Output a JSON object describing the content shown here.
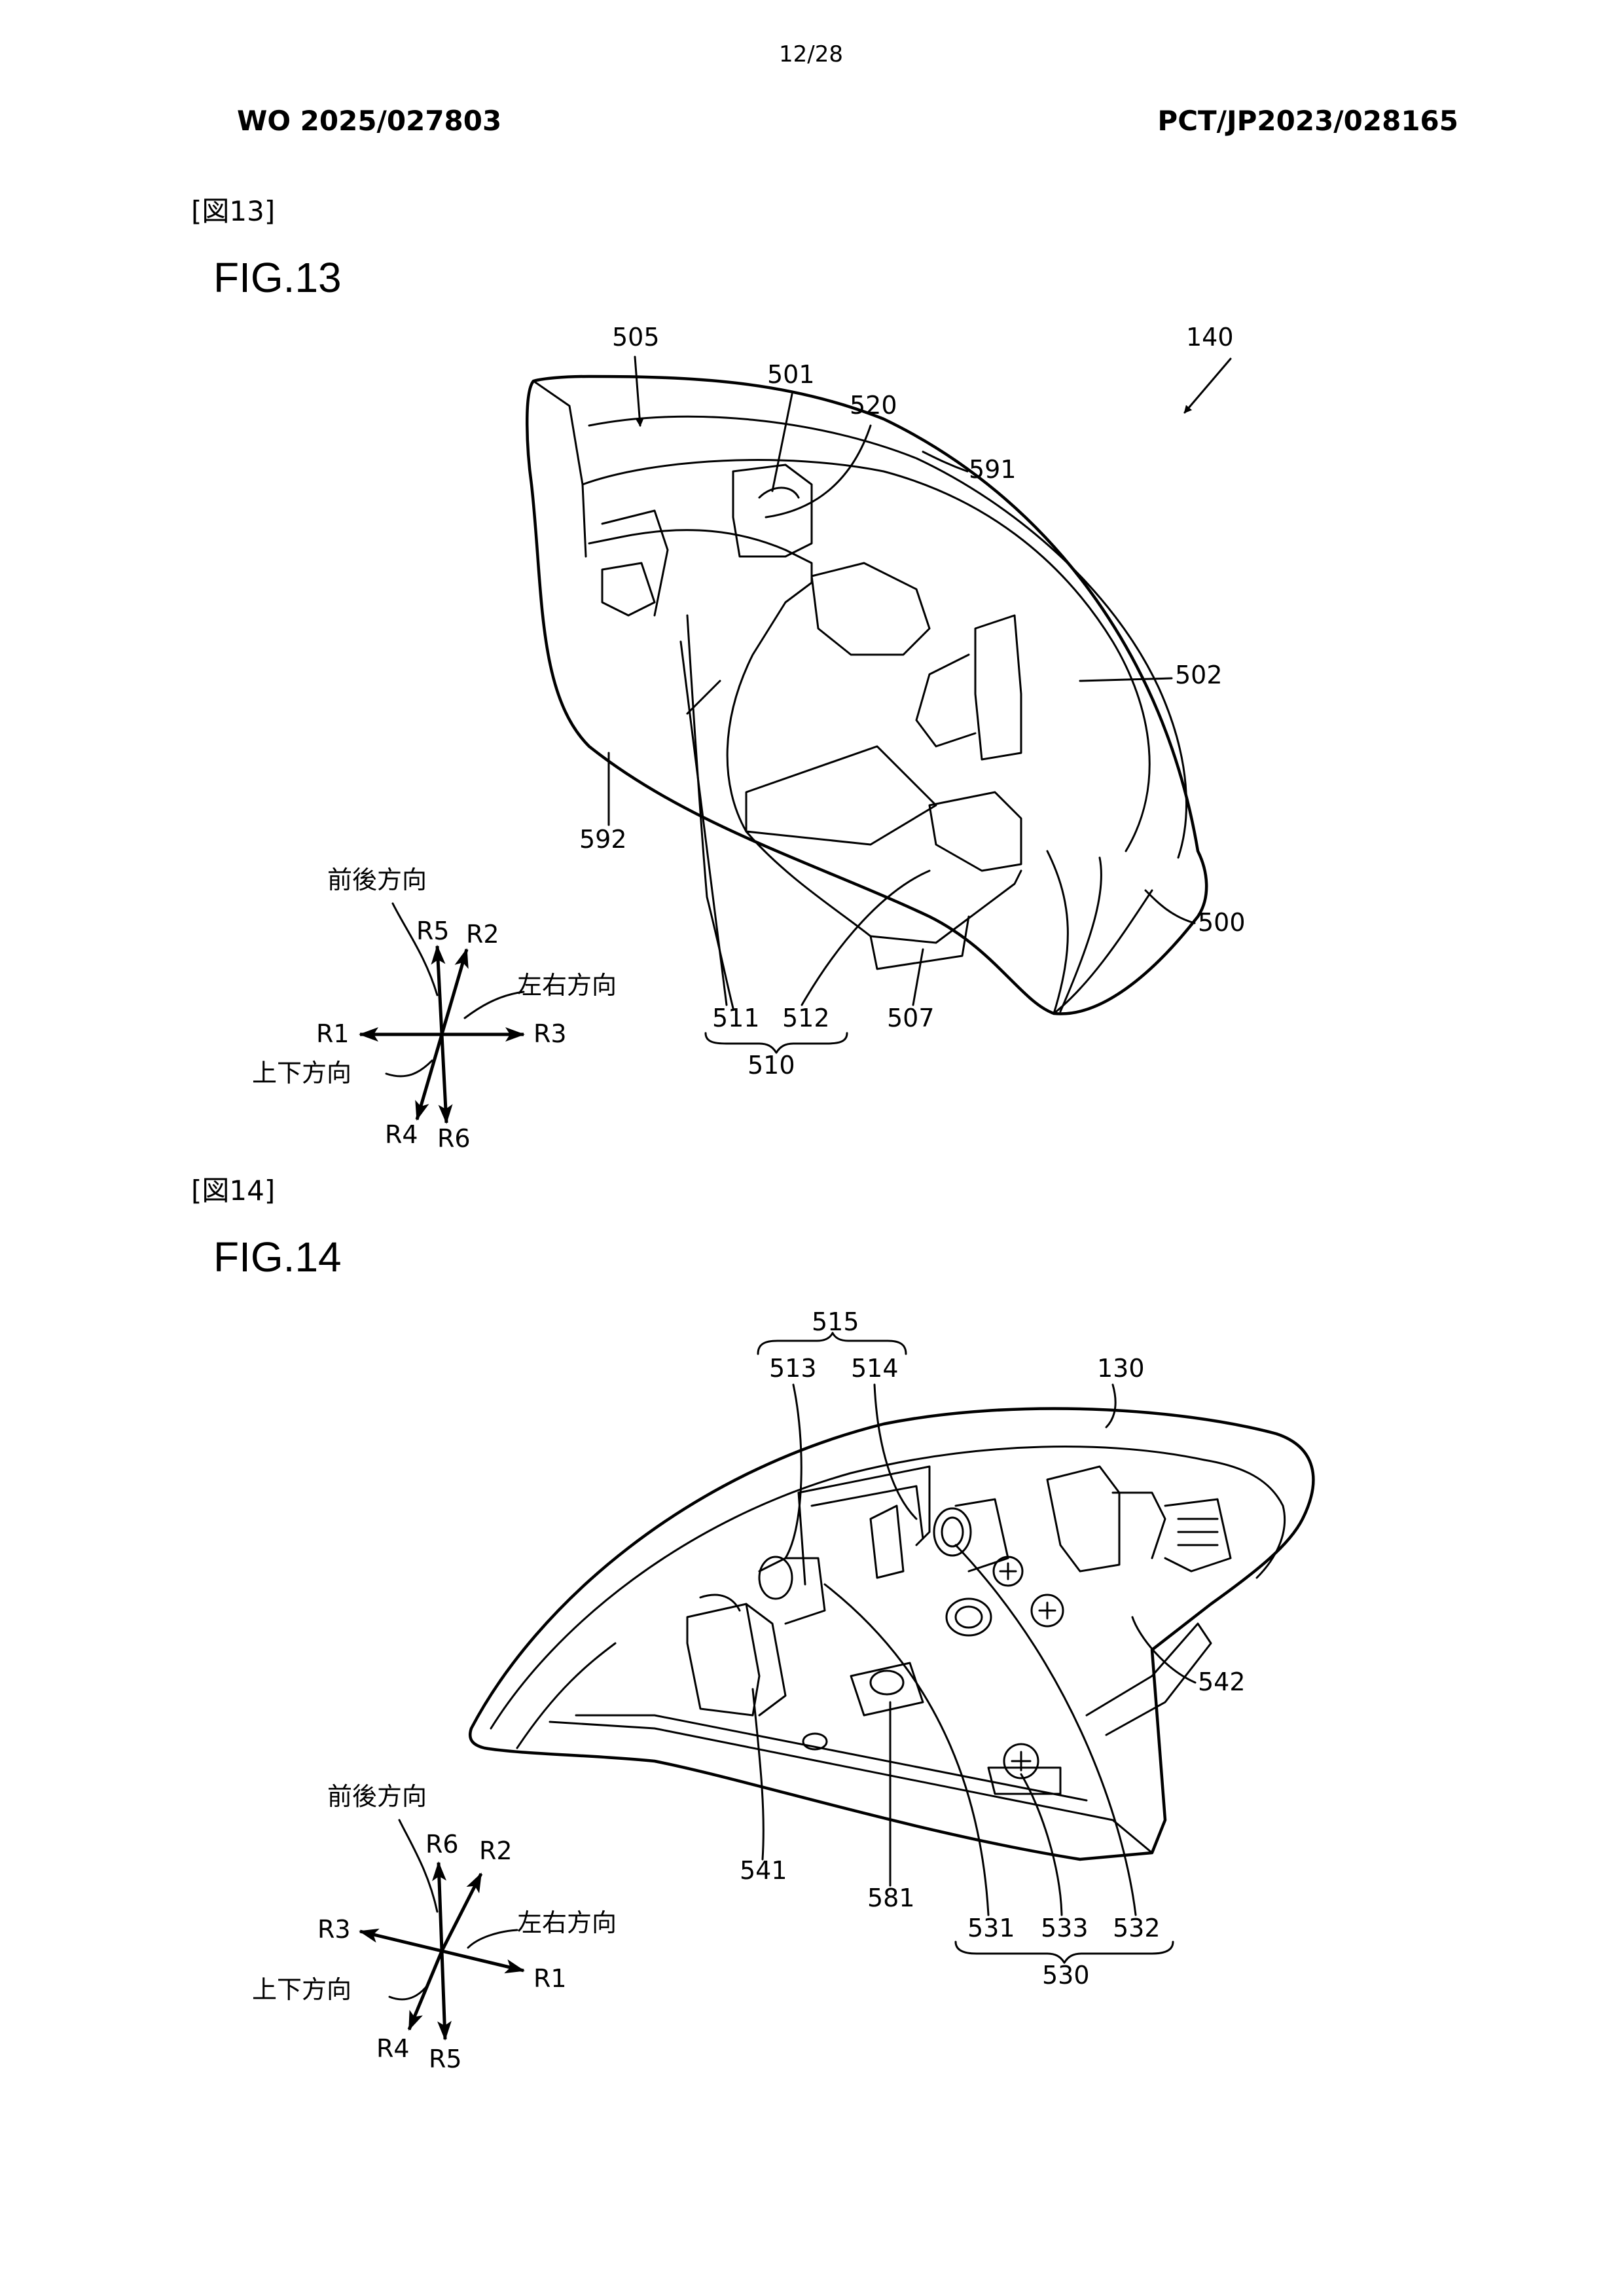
{
  "page_number": "12/28",
  "publication_number": "WO 2025/027803",
  "application_number": "PCT/JP2023/028165",
  "fig13": {
    "tag": "[図13]",
    "title": "FIG.13",
    "labels": {
      "l505": "505",
      "l501": "501",
      "l520": "520",
      "l140": "140",
      "l591": "591",
      "l502": "502",
      "l592": "592",
      "l500": "500",
      "l511": "511",
      "l512": "512",
      "l507": "507",
      "l510": "510"
    },
    "axes": {
      "front_back": "前後方向",
      "left_right": "左右方向",
      "up_down": "上下方向",
      "r5": "R5",
      "r2": "R2",
      "r1": "R1",
      "r3": "R3",
      "r4": "R4",
      "r6": "R6"
    }
  },
  "fig14": {
    "tag": "[図14]",
    "title": "FIG.14",
    "labels": {
      "l515": "515",
      "l513": "513",
      "l514": "514",
      "l130": "130",
      "l542": "542",
      "l541": "541",
      "l581": "581",
      "l531": "531",
      "l533": "533",
      "l532": "532",
      "l530": "530"
    },
    "axes": {
      "front_back": "前後方向",
      "left_right": "左右方向",
      "up_down": "上下方向",
      "r6": "R6",
      "r2": "R2",
      "r3": "R3",
      "r1": "R1",
      "r4": "R4",
      "r5": "R5"
    }
  }
}
